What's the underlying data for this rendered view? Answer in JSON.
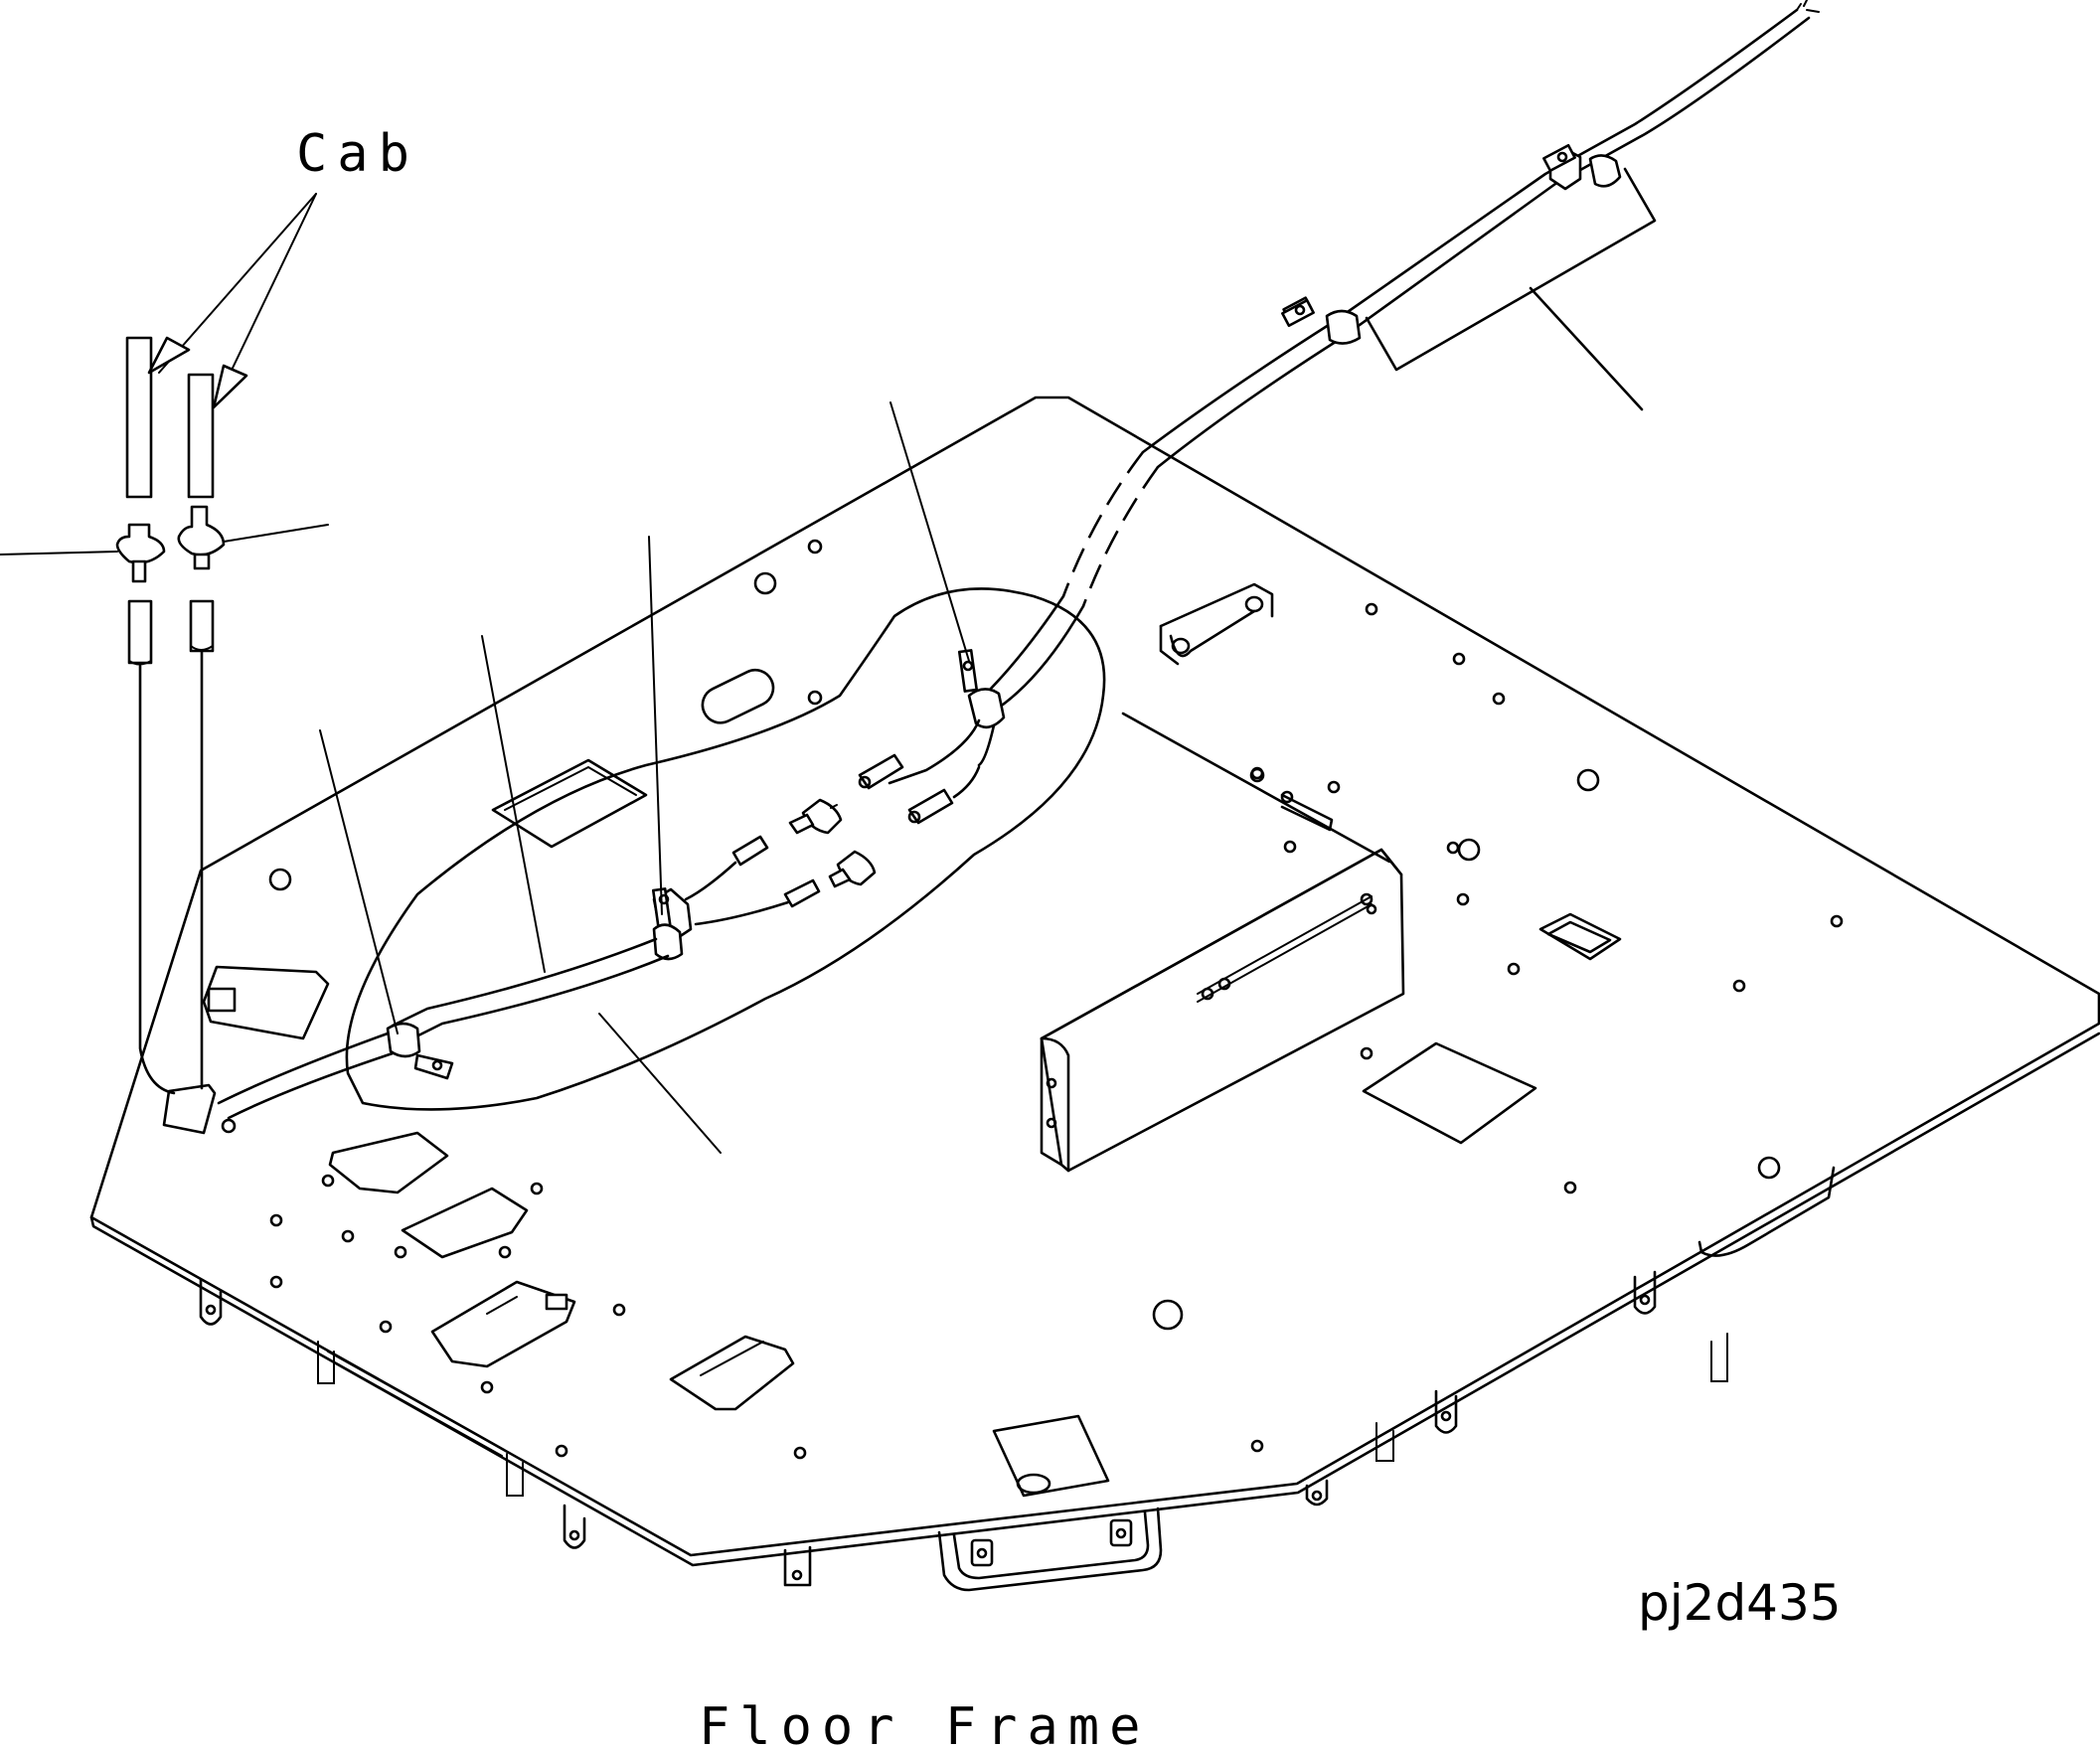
{
  "labels": {
    "cab": "Cab",
    "floor_frame": "Floor Frame",
    "drawing_code": "pj2d435"
  }
}
